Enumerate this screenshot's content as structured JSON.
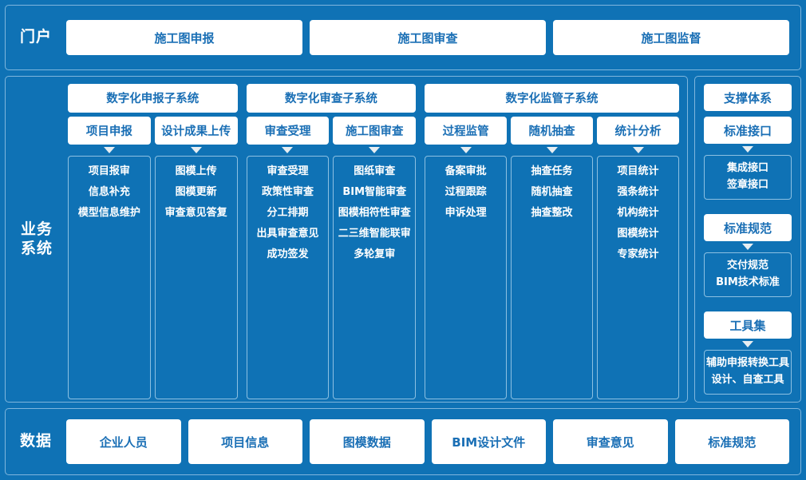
{
  "portal": {
    "label": "门户",
    "items": [
      "施工图申报",
      "施工图审查",
      "施工图监督"
    ]
  },
  "business": {
    "label_line1": "业务",
    "label_line2": "系统",
    "subsystems": [
      {
        "title": "数字化申报子系统",
        "modules": [
          {
            "name": "项目申报",
            "items": [
              "项目报审",
              "信息补充",
              "模型信息维护"
            ]
          },
          {
            "name": "设计成果上传",
            "items": [
              "图模上传",
              "图模更新",
              "审查意见答复"
            ]
          }
        ]
      },
      {
        "title": "数字化审查子系统",
        "modules": [
          {
            "name": "审查受理",
            "items": [
              "审查受理",
              "政策性审查",
              "分工排期",
              "出具审查意见",
              "成功签发"
            ]
          },
          {
            "name": "施工图审查",
            "items": [
              "图纸审查",
              "BIM智能审查",
              "图模相符性审查",
              "二三维智能联审",
              "多轮复审"
            ]
          }
        ]
      },
      {
        "title": "数字化监管子系统",
        "modules": [
          {
            "name": "过程监管",
            "items": [
              "备案审批",
              "过程跟踪",
              "申诉处理"
            ]
          },
          {
            "name": "随机抽查",
            "items": [
              "抽查任务",
              "随机抽查",
              "抽查整改"
            ]
          },
          {
            "name": "统计分析",
            "items": [
              "项目统计",
              "强条统计",
              "机构统计",
              "图模统计",
              "专家统计"
            ]
          }
        ]
      }
    ]
  },
  "support": {
    "title": "支撑体系",
    "groups": [
      {
        "header": "标准接口",
        "items": [
          "集成接口",
          "签章接口"
        ]
      },
      {
        "header": "标准规范",
        "items": [
          "交付规范",
          "BIM技术标准"
        ]
      },
      {
        "header": "工具集",
        "items": [
          "辅助申报转换工具",
          "设计、自查工具"
        ]
      }
    ]
  },
  "data": {
    "label": "数据",
    "items": [
      "企业人员",
      "项目信息",
      "图模数据",
      "BIM设计文件",
      "审查意见",
      "标准规范"
    ]
  },
  "colors": {
    "background": "#0f72b5",
    "border": "#7fb6dd",
    "box_fill": "#ffffff",
    "box_text": "#1a6fb5",
    "detail_text": "#ffffff",
    "arrow": "#e8eef2"
  }
}
